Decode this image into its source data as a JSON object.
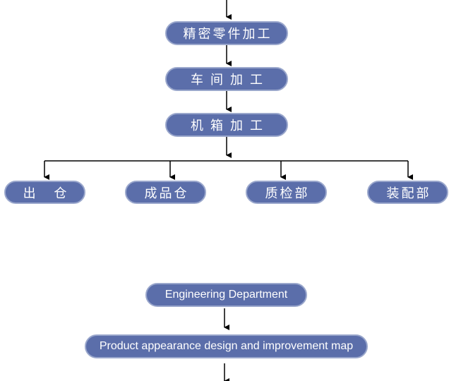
{
  "flow_top": {
    "nodes": {
      "precision_parts": "精密零件加工",
      "vehicle_processing": "车间加工",
      "chassis_processing": "机箱加工",
      "outbound": "出 仓",
      "finished_goods": "成品仓",
      "quality_inspection": "质检部",
      "assembly": "装配部"
    }
  },
  "flow_bottom": {
    "nodes": {
      "engineering_department": "Engineering Department",
      "product_design": "Product appearance design and improvement map"
    }
  },
  "colors": {
    "node_fill": "#5b6eaa",
    "node_border": "#9aa7cc",
    "line": "#000000"
  }
}
